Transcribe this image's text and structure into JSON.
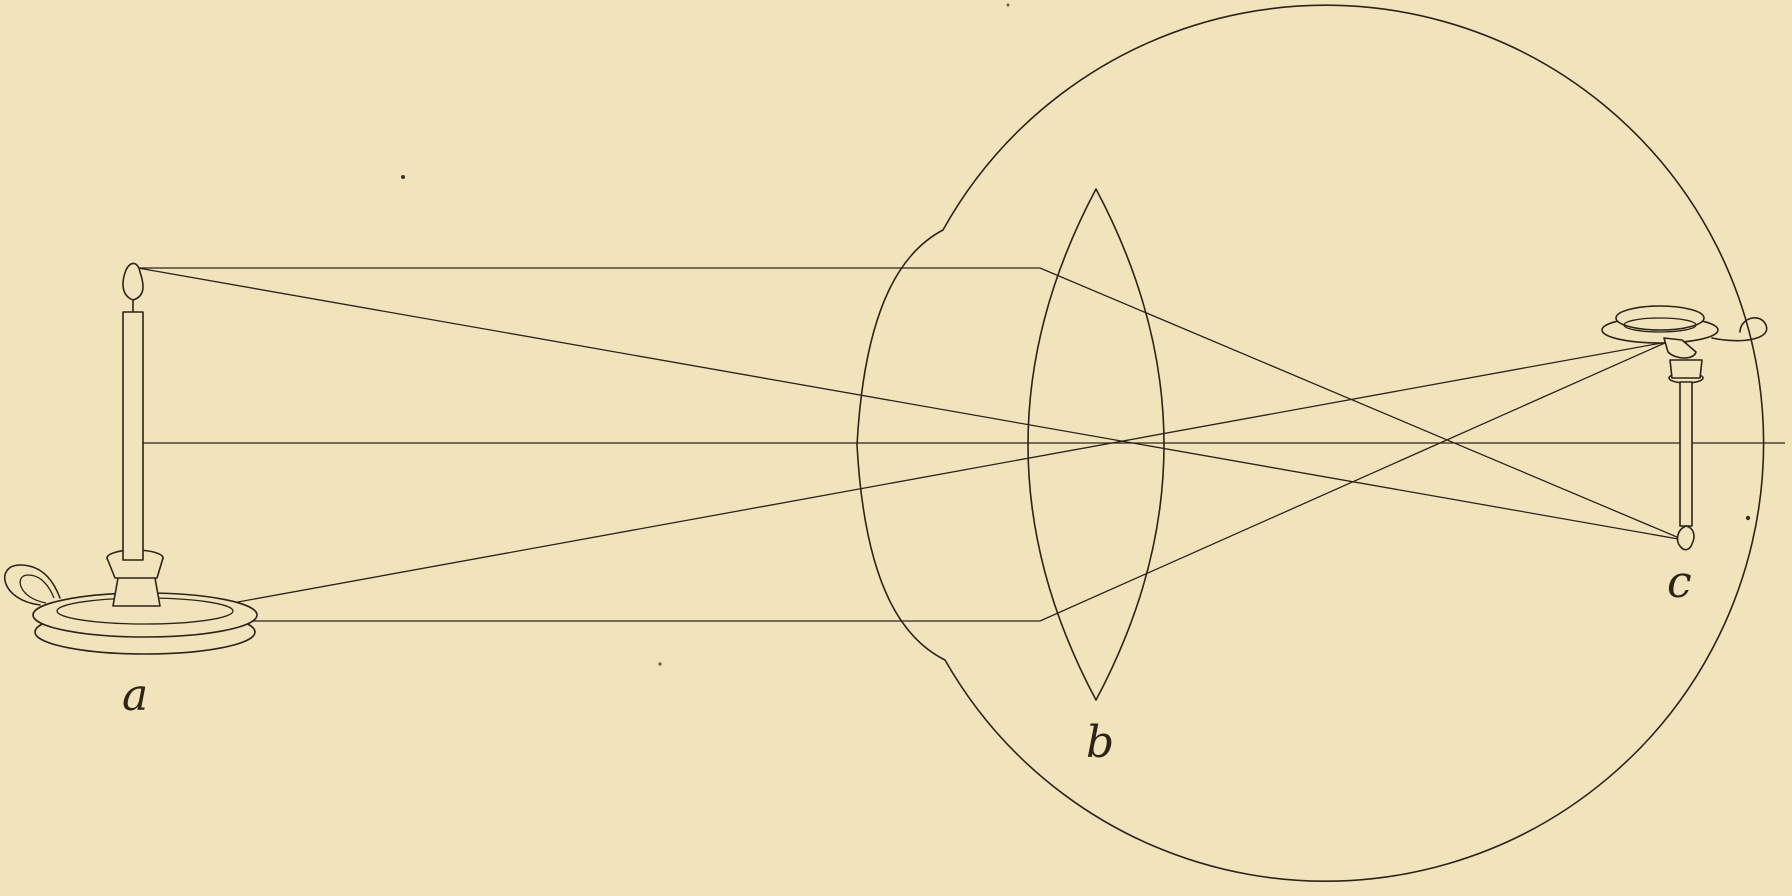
{
  "labels": {
    "object": "a",
    "lens": "b",
    "image": "c"
  },
  "colors": {
    "paper": "#f1e4bd",
    "ink": "#2b2418"
  }
}
